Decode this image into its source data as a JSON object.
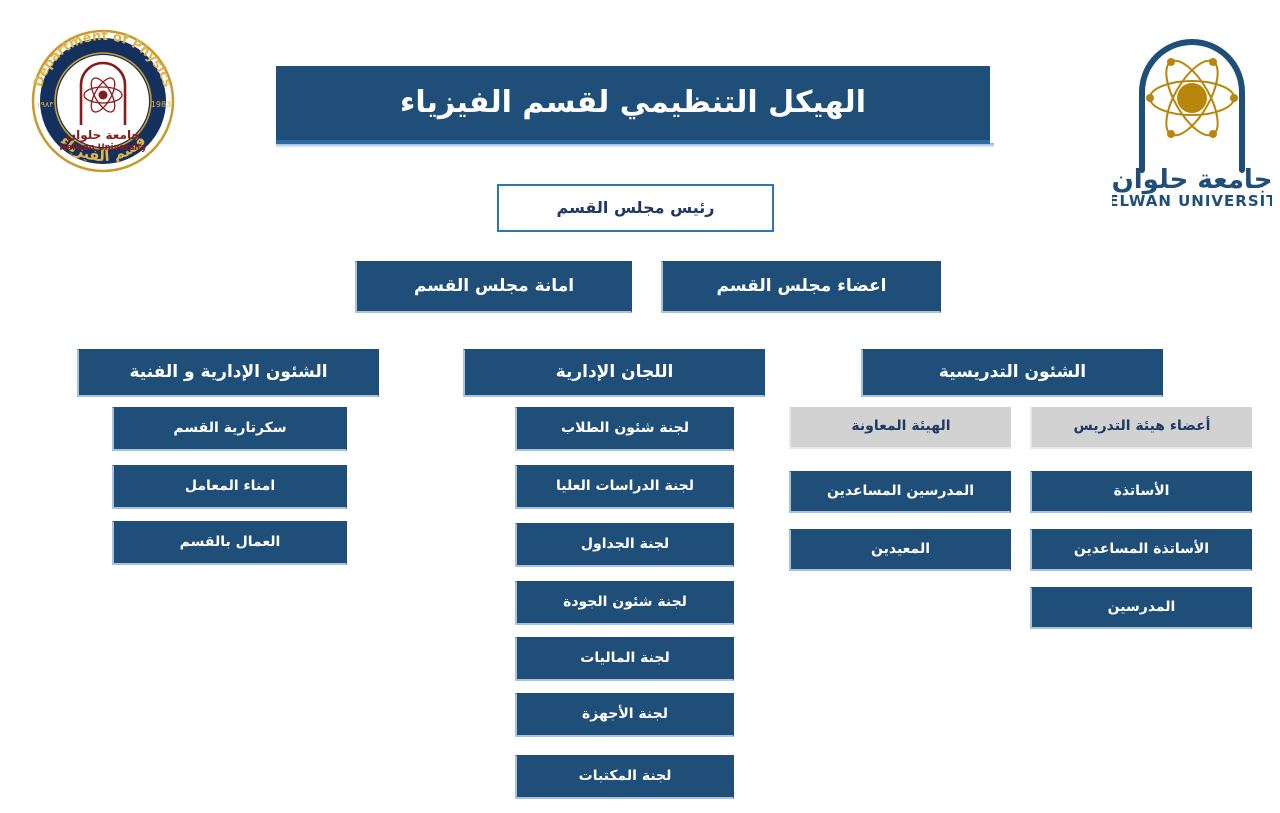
{
  "document": {
    "title": "الهيكل التنظيمي لقسم الفيزياء",
    "language": "ar",
    "direction": "rtl"
  },
  "colors": {
    "box_blue": "#1f4e79",
    "box_blue_bevel": "#a9c3de",
    "box_outline_border": "#2e75b6",
    "box_outline_text": "#1f3864",
    "box_grey": "#d2d2d2",
    "logo_navy": "#1f3864",
    "logo_gold": "#b8860b",
    "logo_maroon": "#8b1a1a",
    "background": "#ffffff"
  },
  "logos": {
    "left": {
      "name": "department-of-physics-seal",
      "ring_text_en": "Department of Physics",
      "ring_text_ar": "قسم الفيزياء",
      "year_en": "1983",
      "year_ar": "١٩٨٣",
      "inner_text_ar": "جامعة حلوان",
      "inner_text_en": "Helwan University"
    },
    "right": {
      "name": "helwan-university-logo",
      "text_ar": "جامعة حلوان",
      "text_en": "HELWAN UNIVERSITY"
    }
  },
  "chart_data": {
    "type": "org-chart",
    "title": "الهيكل التنظيمي لقسم الفيزياء",
    "root": {
      "label": "رئيس مجلس القسم",
      "style": "outline"
    },
    "level2": [
      {
        "label": "اعضاء مجلس القسم",
        "style": "blue"
      },
      {
        "label": "امانة مجلس القسم",
        "style": "blue"
      }
    ],
    "branches": [
      {
        "id": "teaching-affairs",
        "header": {
          "label": "الشئون التدريسية",
          "style": "blue"
        },
        "subgroups": [
          {
            "id": "faculty-members",
            "header": {
              "label": "أعضاء هيئة التدريس",
              "style": "grey"
            },
            "items": [
              {
                "label": "الأساتذة",
                "style": "blue"
              },
              {
                "label": "الأساتذة المساعدين",
                "style": "blue"
              },
              {
                "label": "المدرسين",
                "style": "blue"
              }
            ]
          },
          {
            "id": "assisting-staff",
            "header": {
              "label": "الهيئة المعاونة",
              "style": "grey"
            },
            "items": [
              {
                "label": "المدرسين المساعدين",
                "style": "blue"
              },
              {
                "label": "المعيدين",
                "style": "blue"
              }
            ]
          }
        ]
      },
      {
        "id": "administrative-committees",
        "header": {
          "label": "اللجان الإدارية",
          "style": "blue"
        },
        "items": [
          {
            "label": "لجنة شئون الطلاب",
            "style": "blue"
          },
          {
            "label": "لجنة الدراسات العليا",
            "style": "blue"
          },
          {
            "label": "لجنة الجداول",
            "style": "blue"
          },
          {
            "label": "لجنة شئون الجودة",
            "style": "blue"
          },
          {
            "label": "لجنة الماليات",
            "style": "blue"
          },
          {
            "label": "لجنة الأجهزة",
            "style": "blue"
          },
          {
            "label": "لجنة المكتبات",
            "style": "blue"
          }
        ]
      },
      {
        "id": "administrative-technical-affairs",
        "header": {
          "label": "الشئون الإدارية و الفنية",
          "style": "blue"
        },
        "items": [
          {
            "label": "سكرتارية القسم",
            "style": "blue"
          },
          {
            "label": "امناء المعامل",
            "style": "blue"
          },
          {
            "label": "العمال بالقسم",
            "style": "blue"
          }
        ]
      }
    ]
  }
}
